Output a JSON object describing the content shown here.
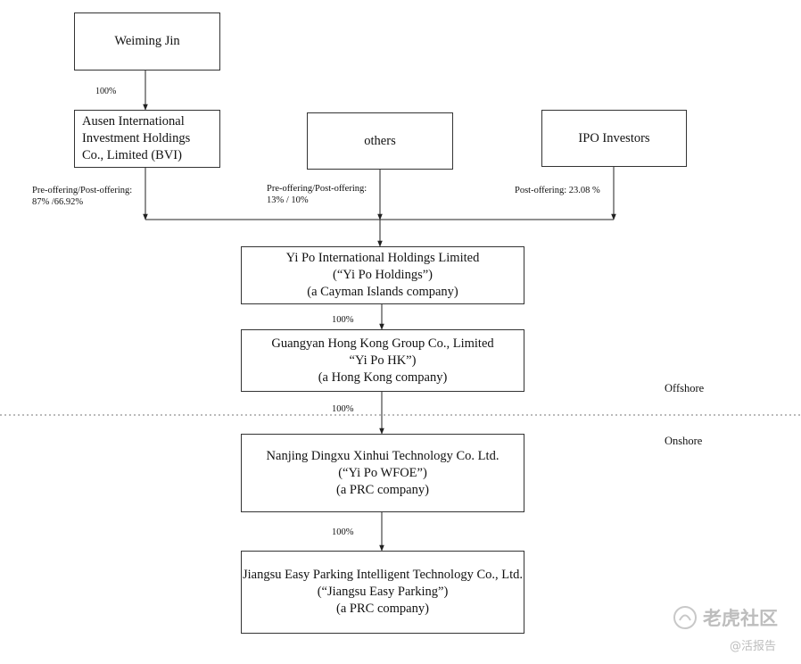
{
  "nodes": {
    "weiming_jin": [
      "Weiming Jin"
    ],
    "ausen": [
      "Ausen International",
      "Investment Holdings",
      "Co., Limited (BVI)"
    ],
    "others": [
      "others"
    ],
    "ipo_investors": [
      "IPO Investors"
    ],
    "yipo_holdings": [
      "Yi Po International Holdings Limited",
      "(“Yi Po Holdings”)",
      "(a Cayman Islands company)"
    ],
    "yipo_hk": [
      "Guangyan Hong Kong Group Co., Limited",
      "“Yi Po HK”)",
      "(a Hong Kong company)"
    ],
    "yipo_wfoe": [
      "Nanjing Dingxu Xinhui Technology Co. Ltd.",
      "(“Yi Po WFOE”)",
      "(a PRC company)"
    ],
    "jiangsu": [
      "Jiangsu Easy Parking Intelligent Technology Co., Ltd.",
      "(“Jiangsu Easy Parking”)",
      "(a PRC company)"
    ]
  },
  "edge_labels": {
    "jin_to_ausen": "100%",
    "ausen_pct": [
      "Pre-offering/Post-offering:",
      "87% /66.92%"
    ],
    "others_pct": [
      "Pre-offering/Post-offering:",
      "13% / 10%"
    ],
    "ipo_pct": "Post-offering: 23.08 %",
    "holdings_to_hk": "100%",
    "hk_to_wfoe": "100%",
    "wfoe_to_jiangsu": "100%"
  },
  "regions": {
    "offshore": "Offshore",
    "onshore": "Onshore"
  },
  "watermark": {
    "line1": "老虎社区",
    "line2": "@活报告"
  }
}
